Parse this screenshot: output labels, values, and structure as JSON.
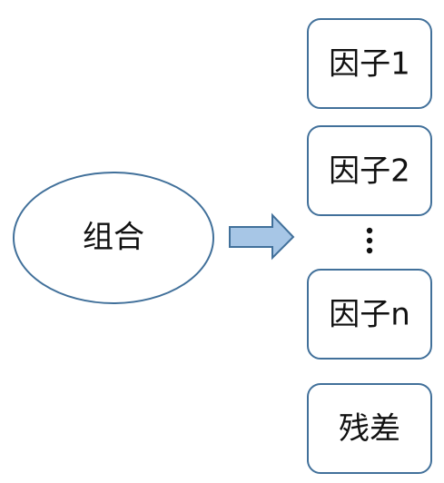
{
  "source": {
    "label": "组合"
  },
  "factors": [
    {
      "label": "因子1"
    },
    {
      "label": "因子2"
    },
    {
      "label": "因子n"
    }
  ],
  "residual": {
    "label": "残差"
  },
  "colors": {
    "stroke": "#41709a",
    "arrow_fill": "#a7c6e6",
    "text": "#111111",
    "background": "#ffffff"
  }
}
